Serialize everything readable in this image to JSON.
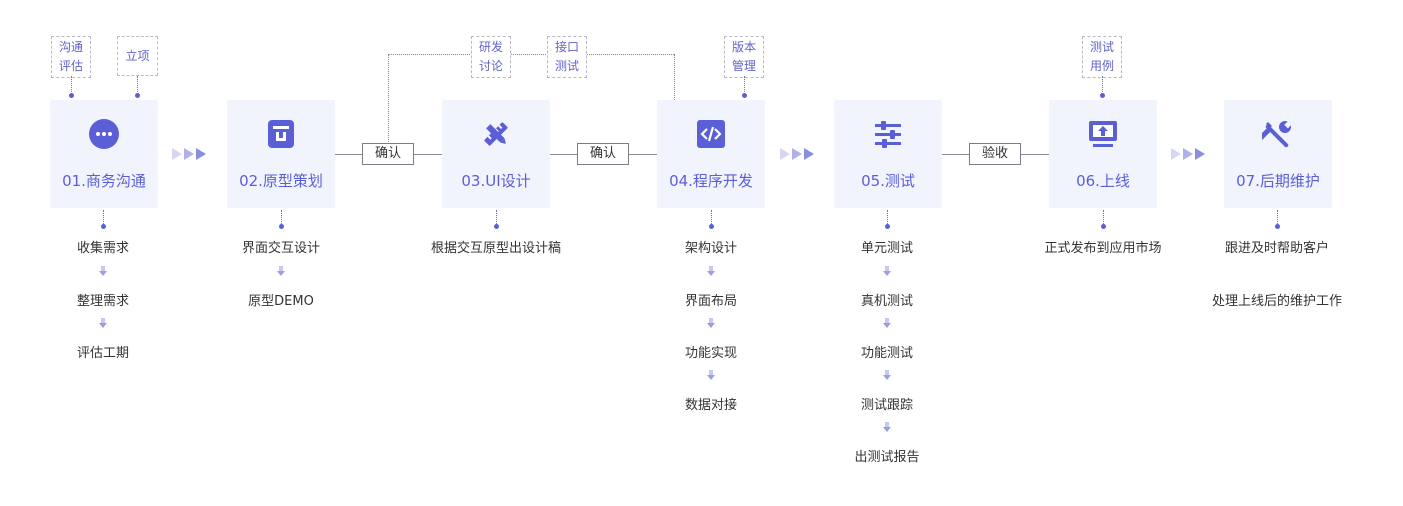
{
  "stages": [
    {
      "title": "01.商务沟通",
      "icon": "chat-bubble-icon"
    },
    {
      "title": "02.原型策划",
      "icon": "prototype-doc-icon"
    },
    {
      "title": "03.UI设计",
      "icon": "pencil-ruler-icon"
    },
    {
      "title": "04.程序开发",
      "icon": "code-icon"
    },
    {
      "title": "05.测试",
      "icon": "sliders-icon"
    },
    {
      "title": "06.上线",
      "icon": "upload-monitor-icon"
    },
    {
      "title": "07.后期维护",
      "icon": "wrench-screwdriver-icon"
    }
  ],
  "notes": {
    "communication_eval": [
      "沟通",
      "评估"
    ],
    "project_setup": [
      "立项"
    ],
    "dev_discussion": [
      "研发",
      "讨论"
    ],
    "api_testing": [
      "接口",
      "测试"
    ],
    "version_control": [
      "版本",
      "管理"
    ],
    "test_cases": [
      "测试",
      "用例"
    ]
  },
  "connectors": {
    "confirm_1": "确认",
    "confirm_2": "确认",
    "acceptance": "验收"
  },
  "steps": {
    "stage1": [
      "收集需求",
      "整理需求",
      "评估工期"
    ],
    "stage2": [
      "界面交互设计",
      "原型DEMO"
    ],
    "stage3": [
      "根据交互原型出设计稿"
    ],
    "stage4": [
      "架构设计",
      "界面布局",
      "功能实现",
      "数据对接"
    ],
    "stage5": [
      "单元测试",
      "真机测试",
      "功能测试",
      "测试跟踪",
      "出测试报告"
    ],
    "stage6": [
      "正式发布到应用市场"
    ],
    "stage7": [
      "跟进及时帮助客户",
      "处理上线后的维护工作"
    ]
  },
  "colors": {
    "accent": "#5a5fd6",
    "stage_bg": "#f1f4fd",
    "arrow_light": "#c7c9f0",
    "arrow_mid": "#9a9de6"
  }
}
